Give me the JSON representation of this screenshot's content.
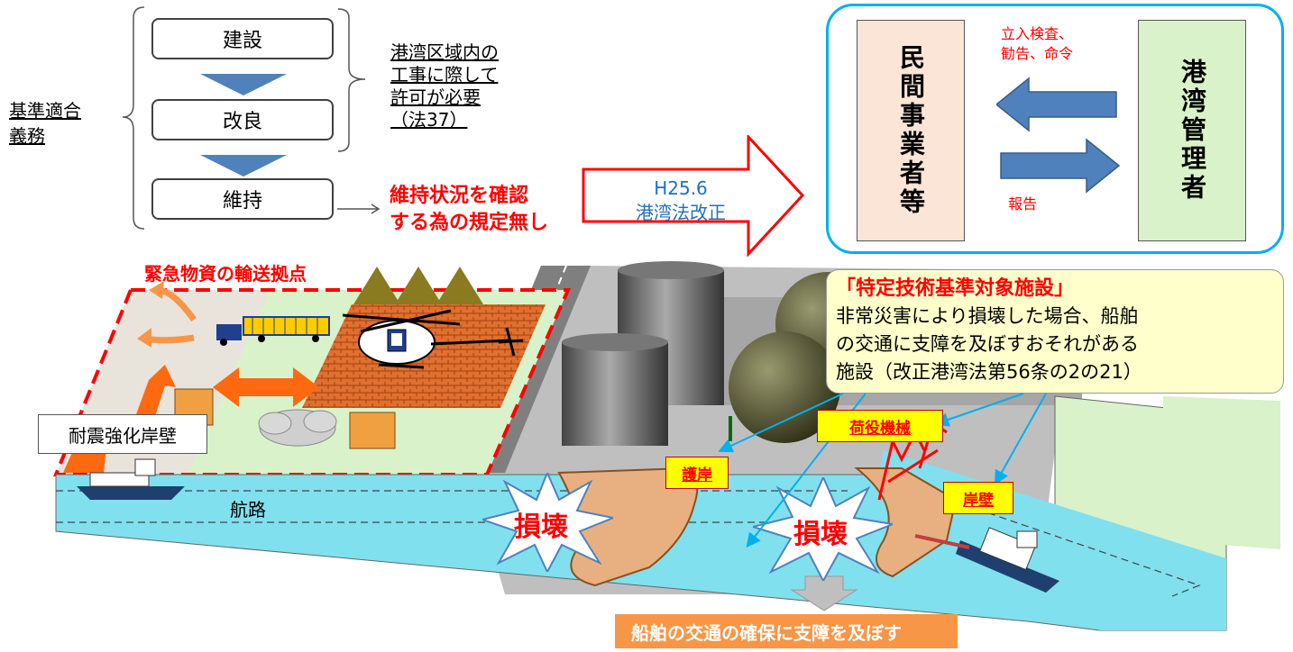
{
  "top_left": {
    "obligation_label": [
      "基準適合",
      "義務"
    ],
    "flow": [
      "建設",
      "改良",
      "維持"
    ],
    "permit_note": [
      "港湾区域内の",
      "工事に際して",
      "許可が必要",
      "（法37）"
    ],
    "no_rule_note": [
      "維持状況を確認",
      "する為の規定無し"
    ]
  },
  "revision_arrow": {
    "line1": "H25.6",
    "line2": "港湾法改正"
  },
  "top_right": {
    "private_operator": "民間事業者等",
    "port_manager": "港湾管理者",
    "inspect_label": [
      "立入検査、",
      "勧告、命令"
    ],
    "report_label": "報告"
  },
  "scene": {
    "emergency_hub": "緊急物資の輸送拠点",
    "quake_wharf": "耐震強化岸壁",
    "channel": "航路",
    "damage1": "損壊",
    "damage2": "損壊",
    "facility_title": "「特定技術基準対象施設」",
    "facility_desc": [
      "非常災害により損壊した場合、船舶",
      "の交通に支障を及ぼすおそれがある",
      "施設（改正港湾法第56条の2の21）"
    ],
    "cargo_machine": "荷役機械",
    "revetment": "護岸",
    "quay": "岸壁",
    "bottom_banner": "船舶の交通の確保に支障を及ぼす"
  },
  "colors": {
    "red": "#ff0000",
    "blue_arrow": "#4f81bd",
    "salmon": "#fbe5d6",
    "light_green": "#d9f2c9",
    "water": "#80e0ee",
    "banner": "#f79646"
  }
}
